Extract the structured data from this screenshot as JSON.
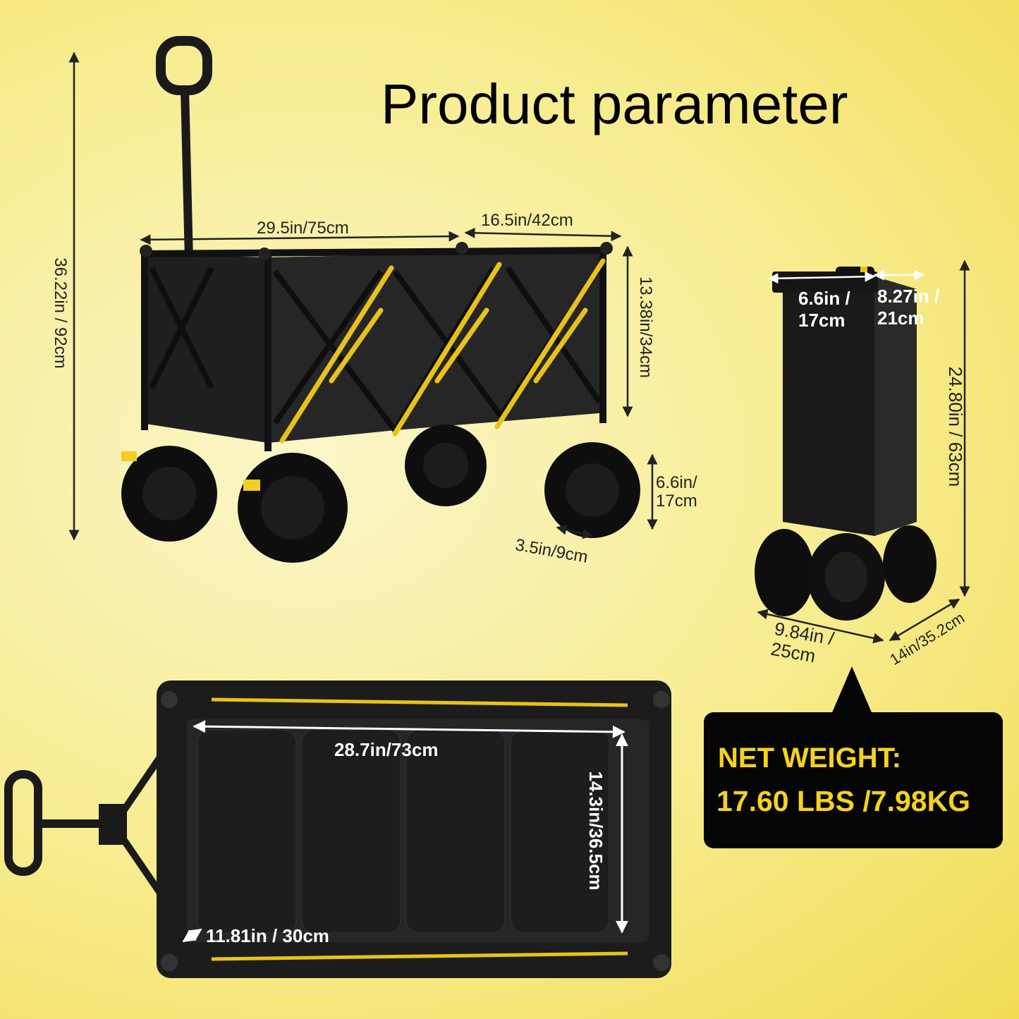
{
  "title": "Product parameter",
  "colors": {
    "accent_yellow": "#f4d21e",
    "frame_black": "#141414",
    "fabric_black": "#1e1e1e",
    "wheel_black": "#0d0d0d"
  },
  "dimensions": {
    "total_height": "36.22in / 92cm",
    "length": "29.5in/75cm",
    "width": "16.5in/42cm",
    "bed_height": "13.38in/34cm",
    "wheel_diameter": "6.6in/ 17cm",
    "wheel_width": "3.5in/9cm",
    "folded_depth": "6.6in / 17cm",
    "folded_width_top": "8.27in / 21cm",
    "folded_height": "24.80in / 63cm",
    "folded_base_width": "9.84in / 25cm",
    "folded_base_depth": "14in/35.2cm",
    "inner_length": "28.7in/73cm",
    "inner_width": "14.3in/36.5cm",
    "corner_size": "11.81in / 30cm"
  },
  "weight": {
    "line1": "NET WEIGHT:",
    "line2": "17.60 LBS /7.98KG"
  }
}
